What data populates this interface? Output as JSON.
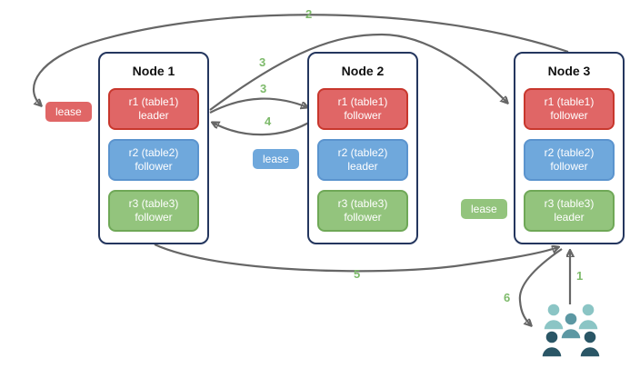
{
  "colors": {
    "red_fill": "#E06666",
    "red_border": "#C8372D",
    "blue_fill": "#6FA8DC",
    "blue_border": "#5B94CE",
    "green_fill": "#93C47D",
    "green_border": "#6FA857",
    "node_border": "#24365E",
    "arrow": "#666666",
    "label_green": "#7DBA6A",
    "people_light": "#8BC5C5",
    "people_medium": "#5C98A3",
    "people_dark": "#2A5666"
  },
  "nodes": [
    {
      "title": "Node 1",
      "replicas": [
        {
          "name": "r1 (table1)",
          "role": "leader",
          "color": "red"
        },
        {
          "name": "r2 (table2)",
          "role": "follower",
          "color": "blue"
        },
        {
          "name": "r3 (table3)",
          "role": "follower",
          "color": "green"
        }
      ]
    },
    {
      "title": "Node 2",
      "replicas": [
        {
          "name": "r1 (table1)",
          "role": "follower",
          "color": "red"
        },
        {
          "name": "r2 (table2)",
          "role": "leader",
          "color": "blue"
        },
        {
          "name": "r3 (table3)",
          "role": "follower",
          "color": "green"
        }
      ]
    },
    {
      "title": "Node 3",
      "replicas": [
        {
          "name": "r1 (table1)",
          "role": "follower",
          "color": "red"
        },
        {
          "name": "r2 (table2)",
          "role": "follower",
          "color": "blue"
        },
        {
          "name": "r3 (table3)",
          "role": "leader",
          "color": "green"
        }
      ]
    }
  ],
  "leases": {
    "red": "lease",
    "blue": "lease",
    "green": "lease"
  },
  "arrow_labels": {
    "step1": "1",
    "step2": "2",
    "step3a": "3",
    "step3b": "3",
    "step4": "4",
    "step5": "5",
    "step6": "6"
  },
  "icons": {
    "users": "users-group-icon"
  }
}
